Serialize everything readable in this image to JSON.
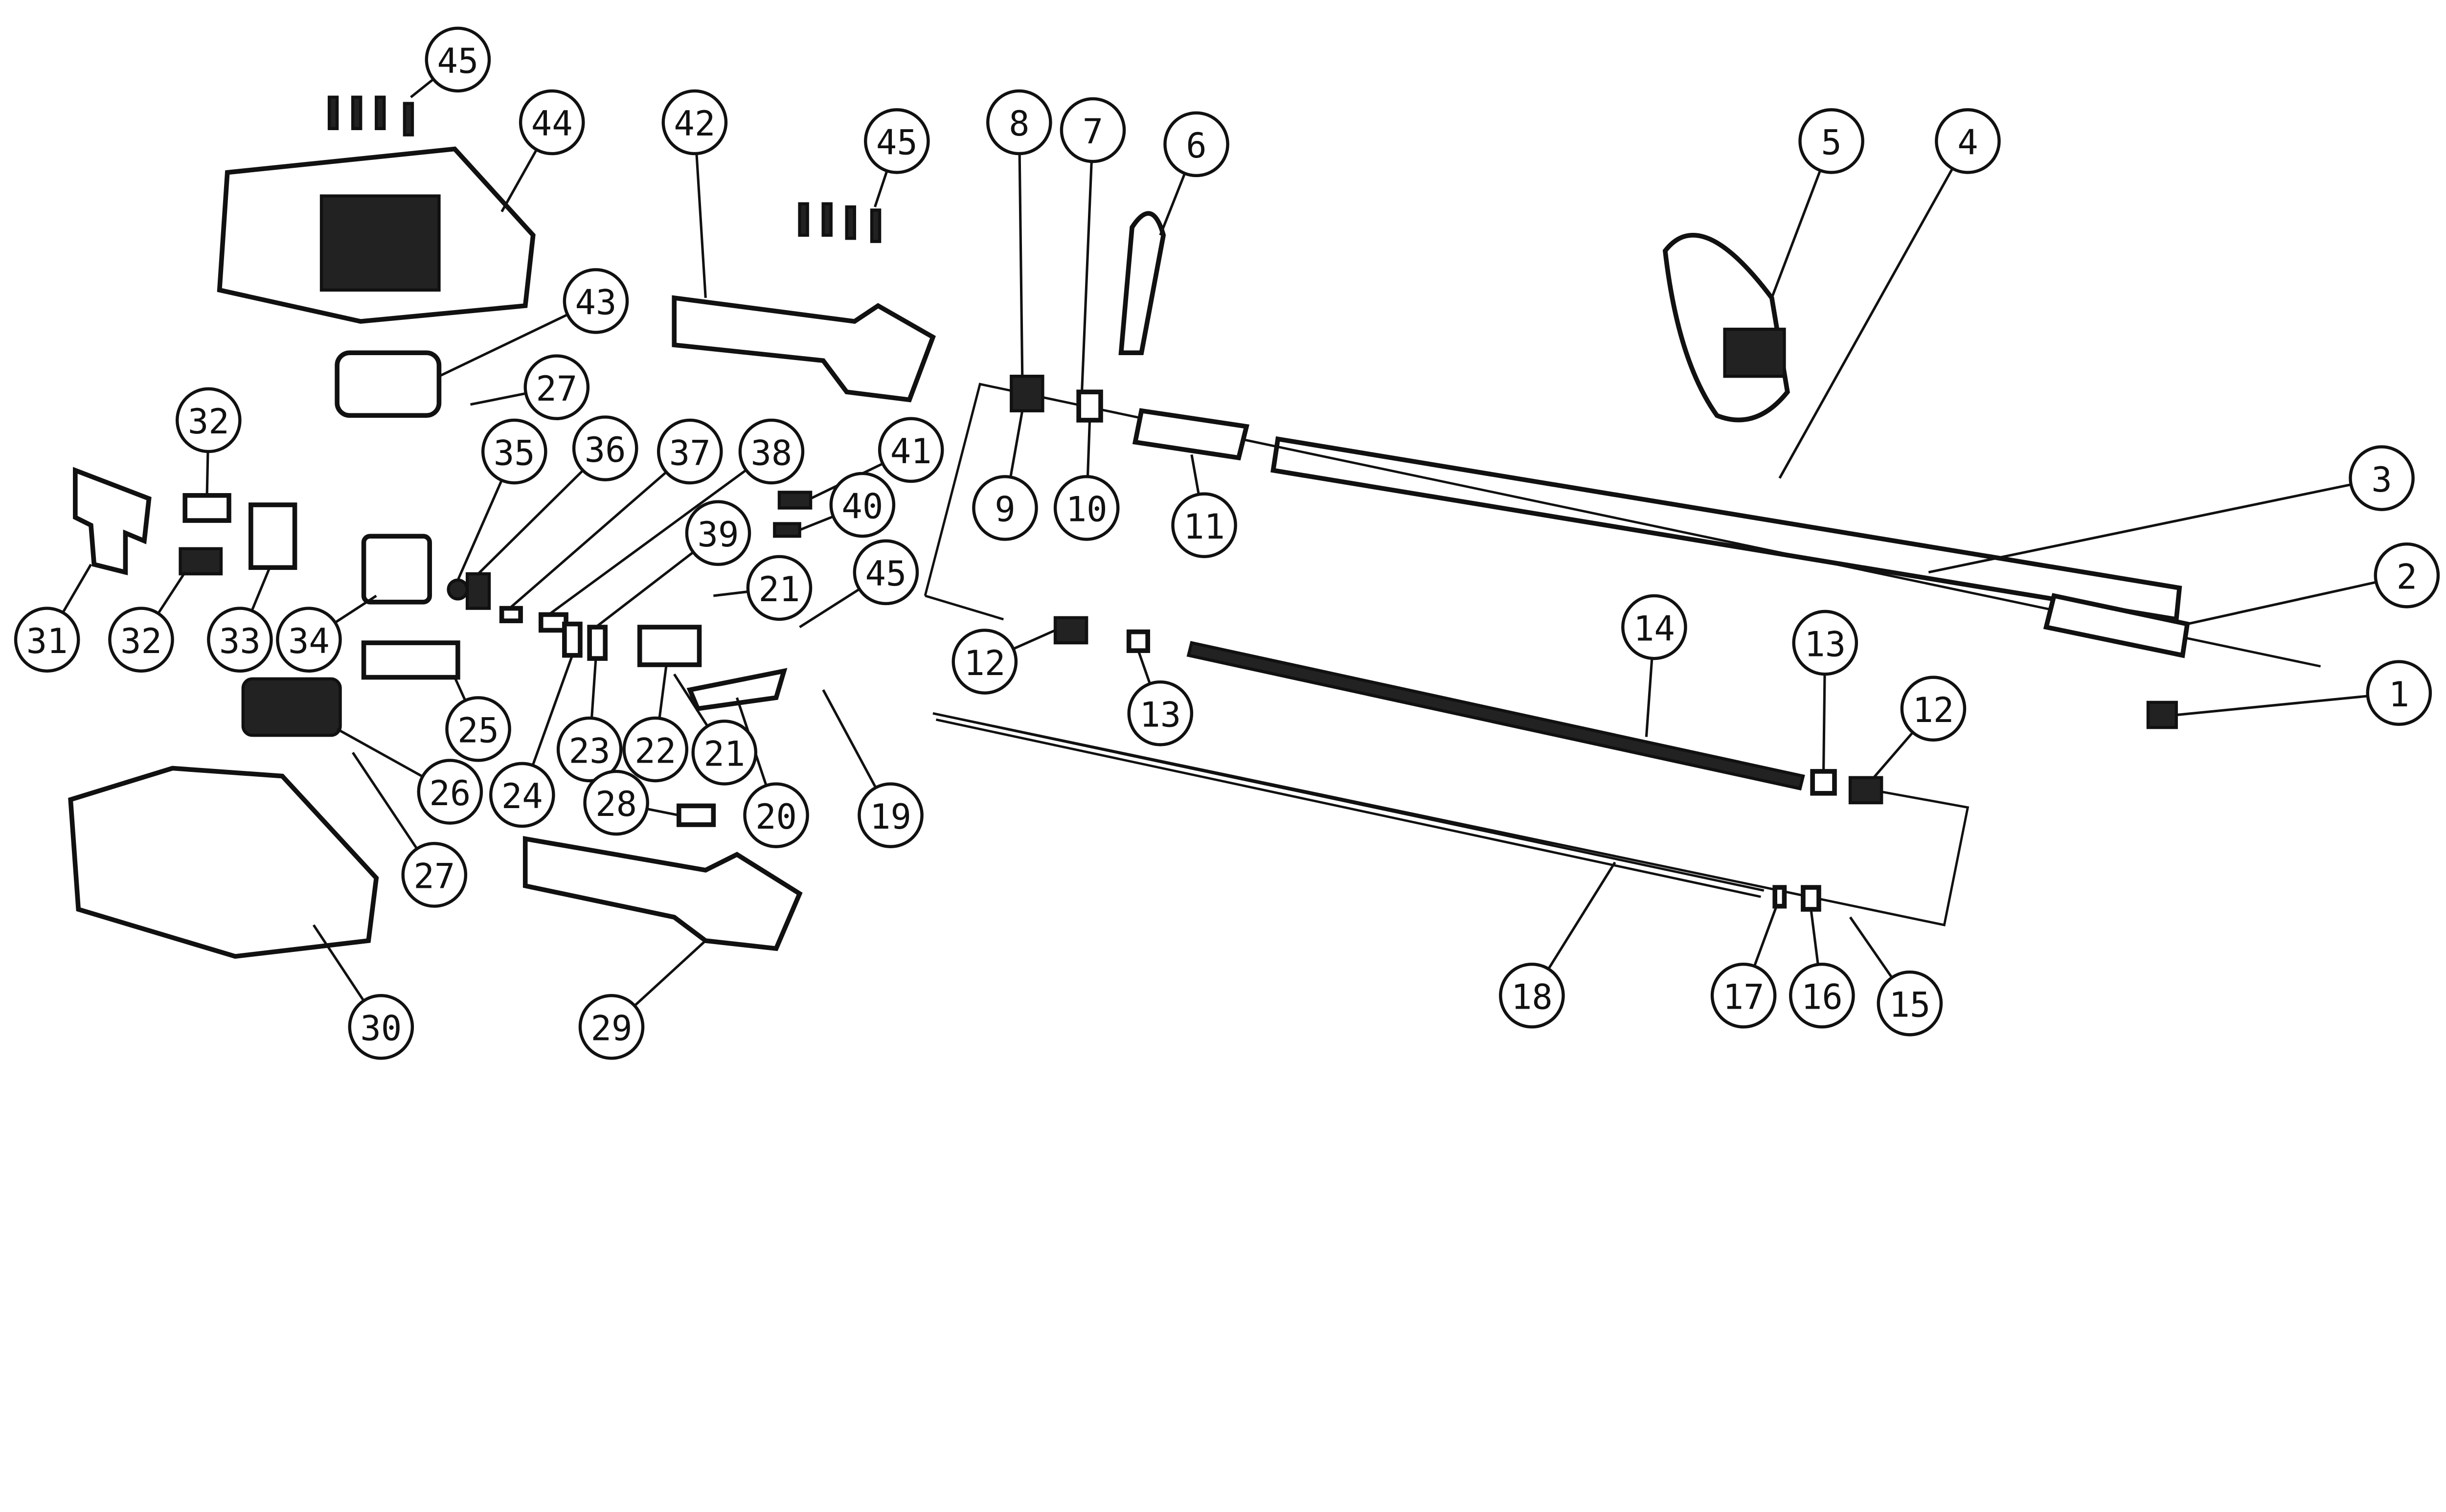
{
  "diagram": {
    "type": "exploded-parts-diagram",
    "callouts": [
      "45",
      "44",
      "42",
      "45",
      "8",
      "7",
      "6",
      "5",
      "4",
      "43",
      "27",
      "32",
      "35",
      "36",
      "37",
      "38",
      "41",
      "40",
      "39",
      "9",
      "10",
      "11",
      "3",
      "2",
      "31",
      "33",
      "34",
      "32",
      "21",
      "45",
      "12",
      "13",
      "14",
      "13",
      "12",
      "1",
      "23",
      "22",
      "21",
      "24",
      "25",
      "26",
      "27",
      "20",
      "19",
      "28",
      "30",
      "29",
      "18",
      "17",
      "16",
      "15"
    ],
    "colors": {
      "line": "#111111",
      "background": "#ffffff"
    }
  }
}
